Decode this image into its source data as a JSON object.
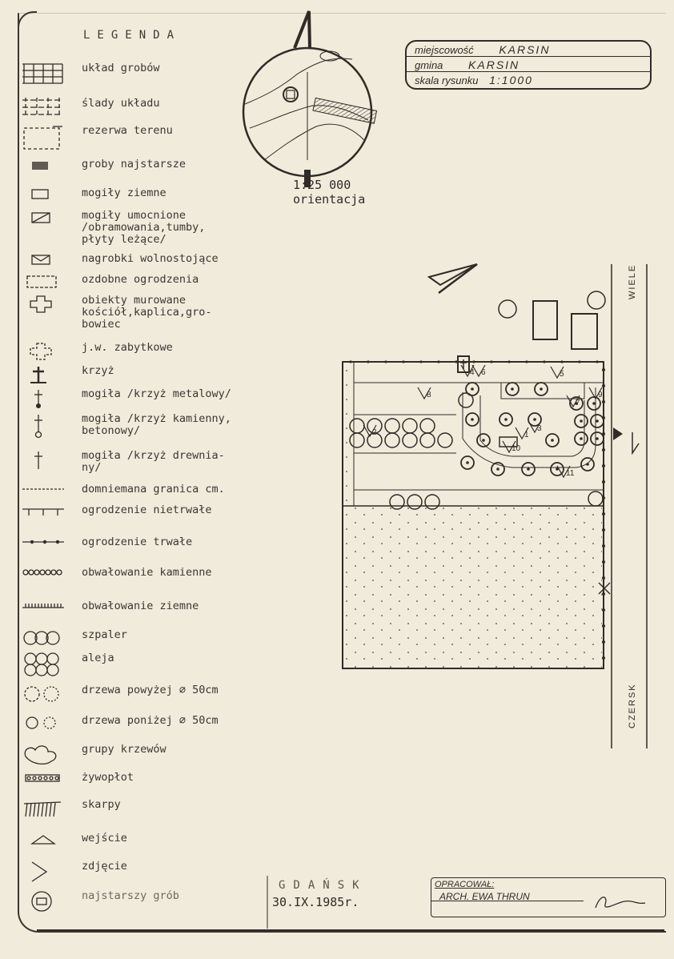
{
  "legend": {
    "title": "LEGENDA",
    "items": [
      {
        "symbol": "grid-full-icon",
        "label": "układ grobów"
      },
      {
        "symbol": "grid-dashed-icon",
        "label": "ślady układu"
      },
      {
        "symbol": "reserve-box-icon",
        "label": "rezerwa terenu"
      },
      {
        "symbol": "oldest-grave-icon",
        "label": "groby najstarsze"
      },
      {
        "symbol": "earth-mound-icon",
        "label": "mogiły ziemne"
      },
      {
        "symbol": "reinforced-mound-icon",
        "label": "mogiły umocnione\n/obramowania,tumby,\npłyty leżące/"
      },
      {
        "symbol": "headstone-icon",
        "label": "nagrobki wolnostojące"
      },
      {
        "symbol": "decor-fence-icon",
        "label": "ozdobne ogrodzenia"
      },
      {
        "symbol": "masonry-object-icon",
        "label": "obiekty murowane\nkościół,kaplica,gro-\nbowiec"
      },
      {
        "symbol": "historic-object-icon",
        "label": "j.w. zabytkowe"
      },
      {
        "symbol": "cross-icon",
        "label": "krzyż"
      },
      {
        "symbol": "metal-cross-icon",
        "label": "mogiła /krzyż metalowy/"
      },
      {
        "symbol": "stone-cross-icon",
        "label": "mogiła /krzyż kamienny,\nbetonowy/"
      },
      {
        "symbol": "wooden-cross-icon",
        "label": "mogiła /krzyż drewnia-\n            ny/"
      },
      {
        "symbol": "presumed-border-icon",
        "label": "domniemana granica cm."
      },
      {
        "symbol": "temp-fence-icon",
        "label": "ogrodzenie nietrwałe"
      },
      {
        "symbol": "perm-fence-icon",
        "label": "ogrodzenie trwałe"
      },
      {
        "symbol": "stone-bank-icon",
        "label": "obwałowanie kamienne"
      },
      {
        "symbol": "earth-bank-icon",
        "label": "obwałowanie ziemne"
      },
      {
        "symbol": "hedge-row-icon",
        "label": "szpaler"
      },
      {
        "symbol": "alley-icon",
        "label": "aleja"
      },
      {
        "symbol": "big-tree-icon",
        "label": "drzewa powyżej ∅ 50cm"
      },
      {
        "symbol": "small-tree-icon",
        "label": "drzewa poniżej ∅ 50cm"
      },
      {
        "symbol": "shrubs-icon",
        "label": "grupy krzewów"
      },
      {
        "symbol": "living-fence-icon",
        "label": "żywopłot"
      },
      {
        "symbol": "slope-icon",
        "label": "skarpy"
      },
      {
        "symbol": "entrance-icon",
        "label": "wejście"
      },
      {
        "symbol": "photo-icon",
        "label": "zdjęcie"
      },
      {
        "symbol": "oldest-grave-marker-icon",
        "label": "najstarszy grób"
      }
    ]
  },
  "titleblock": {
    "locality_label": "miejscowość",
    "locality_value": "KARSIN",
    "commune_label": "gmina",
    "commune_value": "KARSIN",
    "scale_label": "skala rysunku",
    "scale_value": "1:1000"
  },
  "orientation": {
    "scale": "1:25 000",
    "label": "orientacja"
  },
  "roads": {
    "north": "WIELE",
    "south": "CZERSK"
  },
  "photo_numbers": [
    "1",
    "2",
    "3",
    "4",
    "5",
    "6",
    "7",
    "8",
    "9",
    "10",
    "11"
  ],
  "footer": {
    "city": "GDAŃSK",
    "date": "30.IX.1985r.",
    "prepared_label": "OPRACOWAŁ:",
    "author": "ARCH. EWA THRUN"
  },
  "colors": {
    "paper": "#f1ebdc",
    "ink": "#2f2b27"
  }
}
